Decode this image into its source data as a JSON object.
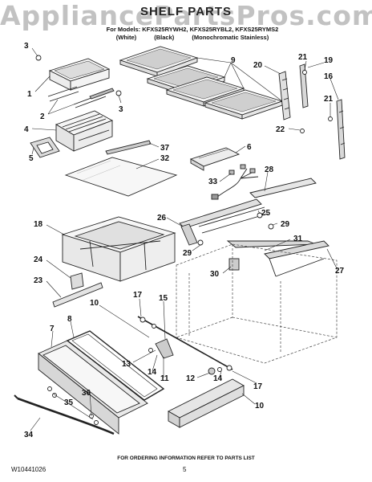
{
  "watermark": "AppliancePartsPros.com",
  "title": "SHELF PARTS",
  "header": {
    "models": "For Models: KFXS25RYWH2, KFXS25RYBL2, KFXS25RYMS2",
    "variants": [
      "(White)",
      "(Black)",
      "(Monochromatic Stainless)"
    ]
  },
  "footer": {
    "note": "FOR ORDERING INFORMATION REFER TO PARTS LIST",
    "doc_number": "W10441026",
    "page_number": "5"
  },
  "callouts": [
    {
      "id": "c3a",
      "text": "3"
    },
    {
      "id": "c1",
      "text": "1"
    },
    {
      "id": "c2",
      "text": "2"
    },
    {
      "id": "c3b",
      "text": "3"
    },
    {
      "id": "c9",
      "text": "9"
    },
    {
      "id": "c20",
      "text": "20"
    },
    {
      "id": "c21a",
      "text": "21"
    },
    {
      "id": "c19",
      "text": "19"
    },
    {
      "id": "c16",
      "text": "16"
    },
    {
      "id": "c21b",
      "text": "21"
    },
    {
      "id": "c22",
      "text": "22"
    },
    {
      "id": "c4",
      "text": "4"
    },
    {
      "id": "c5",
      "text": "5"
    },
    {
      "id": "c37",
      "text": "37"
    },
    {
      "id": "c32",
      "text": "32"
    },
    {
      "id": "c6",
      "text": "6"
    },
    {
      "id": "c33",
      "text": "33"
    },
    {
      "id": "c28",
      "text": "28"
    },
    {
      "id": "c18",
      "text": "18"
    },
    {
      "id": "c26",
      "text": "26"
    },
    {
      "id": "c25",
      "text": "25"
    },
    {
      "id": "c29a",
      "text": "29"
    },
    {
      "id": "c29b",
      "text": "29"
    },
    {
      "id": "c31",
      "text": "31"
    },
    {
      "id": "c24",
      "text": "24"
    },
    {
      "id": "c30",
      "text": "30"
    },
    {
      "id": "c27",
      "text": "27"
    },
    {
      "id": "c23",
      "text": "23"
    },
    {
      "id": "c17a",
      "text": "17"
    },
    {
      "id": "c15",
      "text": "15"
    },
    {
      "id": "c10a",
      "text": "10"
    },
    {
      "id": "c7",
      "text": "7"
    },
    {
      "id": "c8",
      "text": "8"
    },
    {
      "id": "c13",
      "text": "13"
    },
    {
      "id": "c14a",
      "text": "14"
    },
    {
      "id": "c11",
      "text": "11"
    },
    {
      "id": "c12",
      "text": "12"
    },
    {
      "id": "c14b",
      "text": "14"
    },
    {
      "id": "c17b",
      "text": "17"
    },
    {
      "id": "c36",
      "text": "36"
    },
    {
      "id": "c35",
      "text": "35"
    },
    {
      "id": "c10b",
      "text": "10"
    },
    {
      "id": "c34",
      "text": "34"
    }
  ]
}
